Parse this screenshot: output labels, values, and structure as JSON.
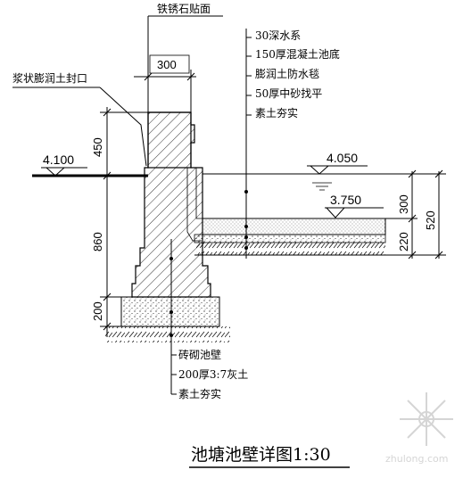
{
  "drawing": {
    "title": "池塘池壁详图1:30",
    "watermark": "zhulong.com"
  },
  "labels": {
    "top": "铁锈石贴面",
    "seal": "浆状膨润土封口",
    "layers": [
      "30深水系",
      "150厚混凝土池底",
      "膨润土防水毯",
      "50厚中砂找平",
      "素土夯实"
    ],
    "wall": [
      "砖砌池壁",
      "200厚3:7灰土",
      "素土夯实"
    ]
  },
  "elevations": {
    "ground": "4.100",
    "water": "4.050",
    "bottom": "3.750"
  },
  "dimensions": {
    "top_width": "300",
    "v_450": "450",
    "v_860": "860",
    "v_200": "200",
    "r_300": "300",
    "r_220": "220",
    "r_520": "520"
  }
}
